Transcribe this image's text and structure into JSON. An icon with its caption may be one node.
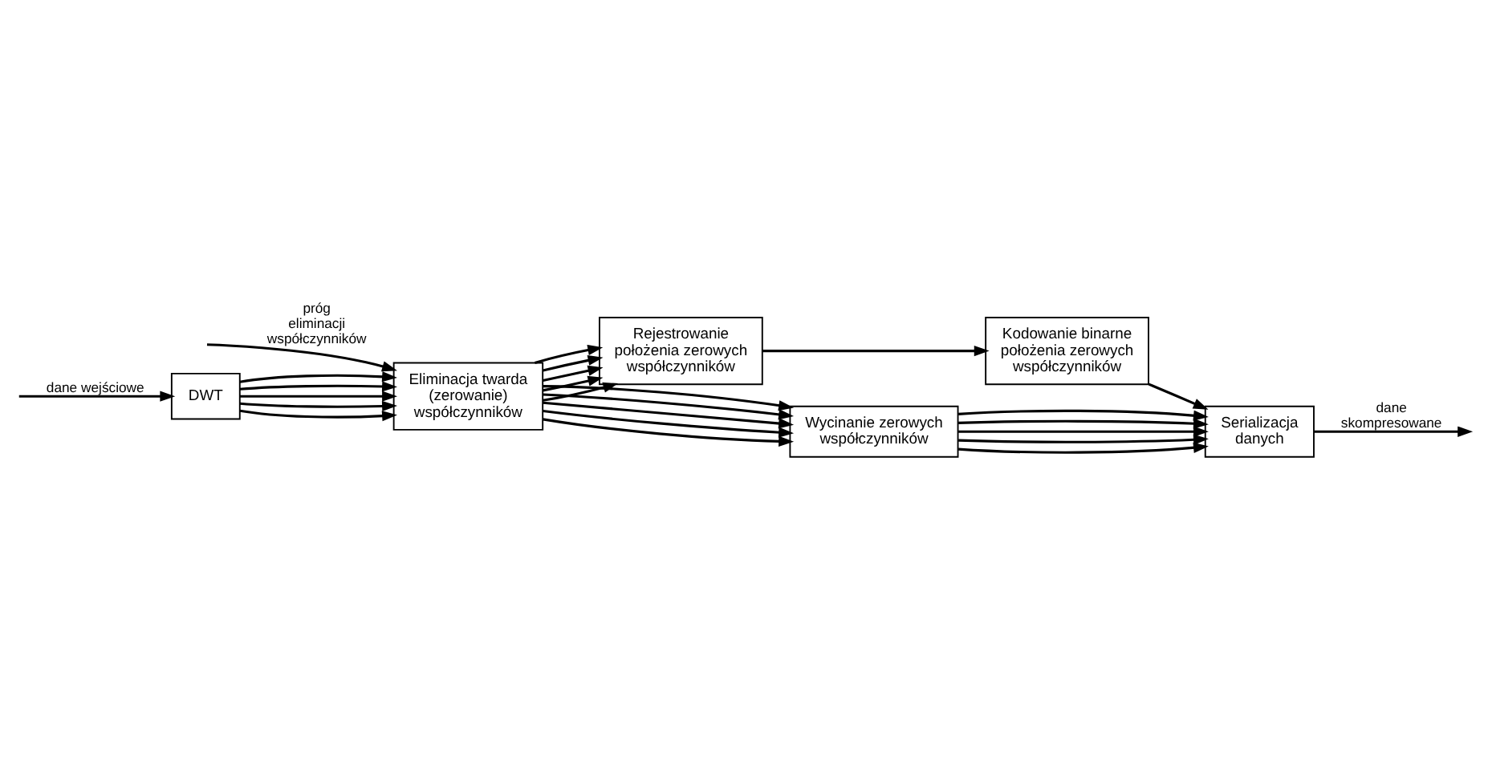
{
  "diagram": {
    "nodes": [
      {
        "text": [
          "DWT"
        ]
      },
      {
        "text": [
          "Eliminacja twarda (zerowanie) współczynników"
        ]
      },
      {
        "text": [
          "Rejestrowanie położenia zerowych współczynników"
        ]
      },
      {
        "text": [
          "Kodowanie binarne położenia zerowych współczynników"
        ]
      },
      {
        "text": [
          "Wycinanie zerowych współczynników"
        ]
      },
      {
        "text": [
          "Serializacja danych"
        ]
      }
    ],
    "edges": [
      {
        "from": null,
        "to": 0,
        "arrow": "to",
        "label": "dane wejściowe"
      },
      {
        "from": 0,
        "to": 1,
        "arrow": "to"
      },
      {
        "from": 0,
        "to": 1,
        "arrow": "to"
      },
      {
        "from": 0,
        "to": 1,
        "arrow": "to"
      },
      {
        "from": 0,
        "to": 1,
        "arrow": "to"
      },
      {
        "from": 0,
        "to": 1,
        "arrow": "to"
      },
      {
        "from": null,
        "to": 1,
        "arrow": "to",
        "label": "próg eliminacji współczynników"
      },
      {
        "from": 1,
        "to": 2,
        "arrow": "to"
      },
      {
        "from": 1,
        "to": 2,
        "arrow": "to"
      },
      {
        "from": 1,
        "to": 2,
        "arrow": "to"
      },
      {
        "from": 1,
        "to": 2,
        "arrow": "to"
      },
      {
        "from": 1,
        "to": 2,
        "arrow": "to"
      },
      {
        "from": 1,
        "to": 4,
        "arrow": "to"
      },
      {
        "from": 1,
        "to": 4,
        "arrow": "to"
      },
      {
        "from": 1,
        "to": 4,
        "arrow": "to"
      },
      {
        "from": 1,
        "to": 4,
        "arrow": "to"
      },
      {
        "from": 1,
        "to": 4,
        "arrow": "to"
      },
      {
        "from": 2,
        "to": 3,
        "arrow": "to"
      },
      {
        "from": 3,
        "to": 5,
        "arrow": "to"
      },
      {
        "from": 4,
        "to": 5,
        "arrow": "to"
      },
      {
        "from": 4,
        "to": 5,
        "arrow": "to"
      },
      {
        "from": 4,
        "to": 5,
        "arrow": "to"
      },
      {
        "from": 4,
        "to": 5,
        "arrow": "to"
      },
      {
        "from": 4,
        "to": 5,
        "arrow": "to"
      },
      {
        "from": 5,
        "to": null,
        "arrow": "to",
        "label": "dane skompresowane"
      }
    ]
  }
}
